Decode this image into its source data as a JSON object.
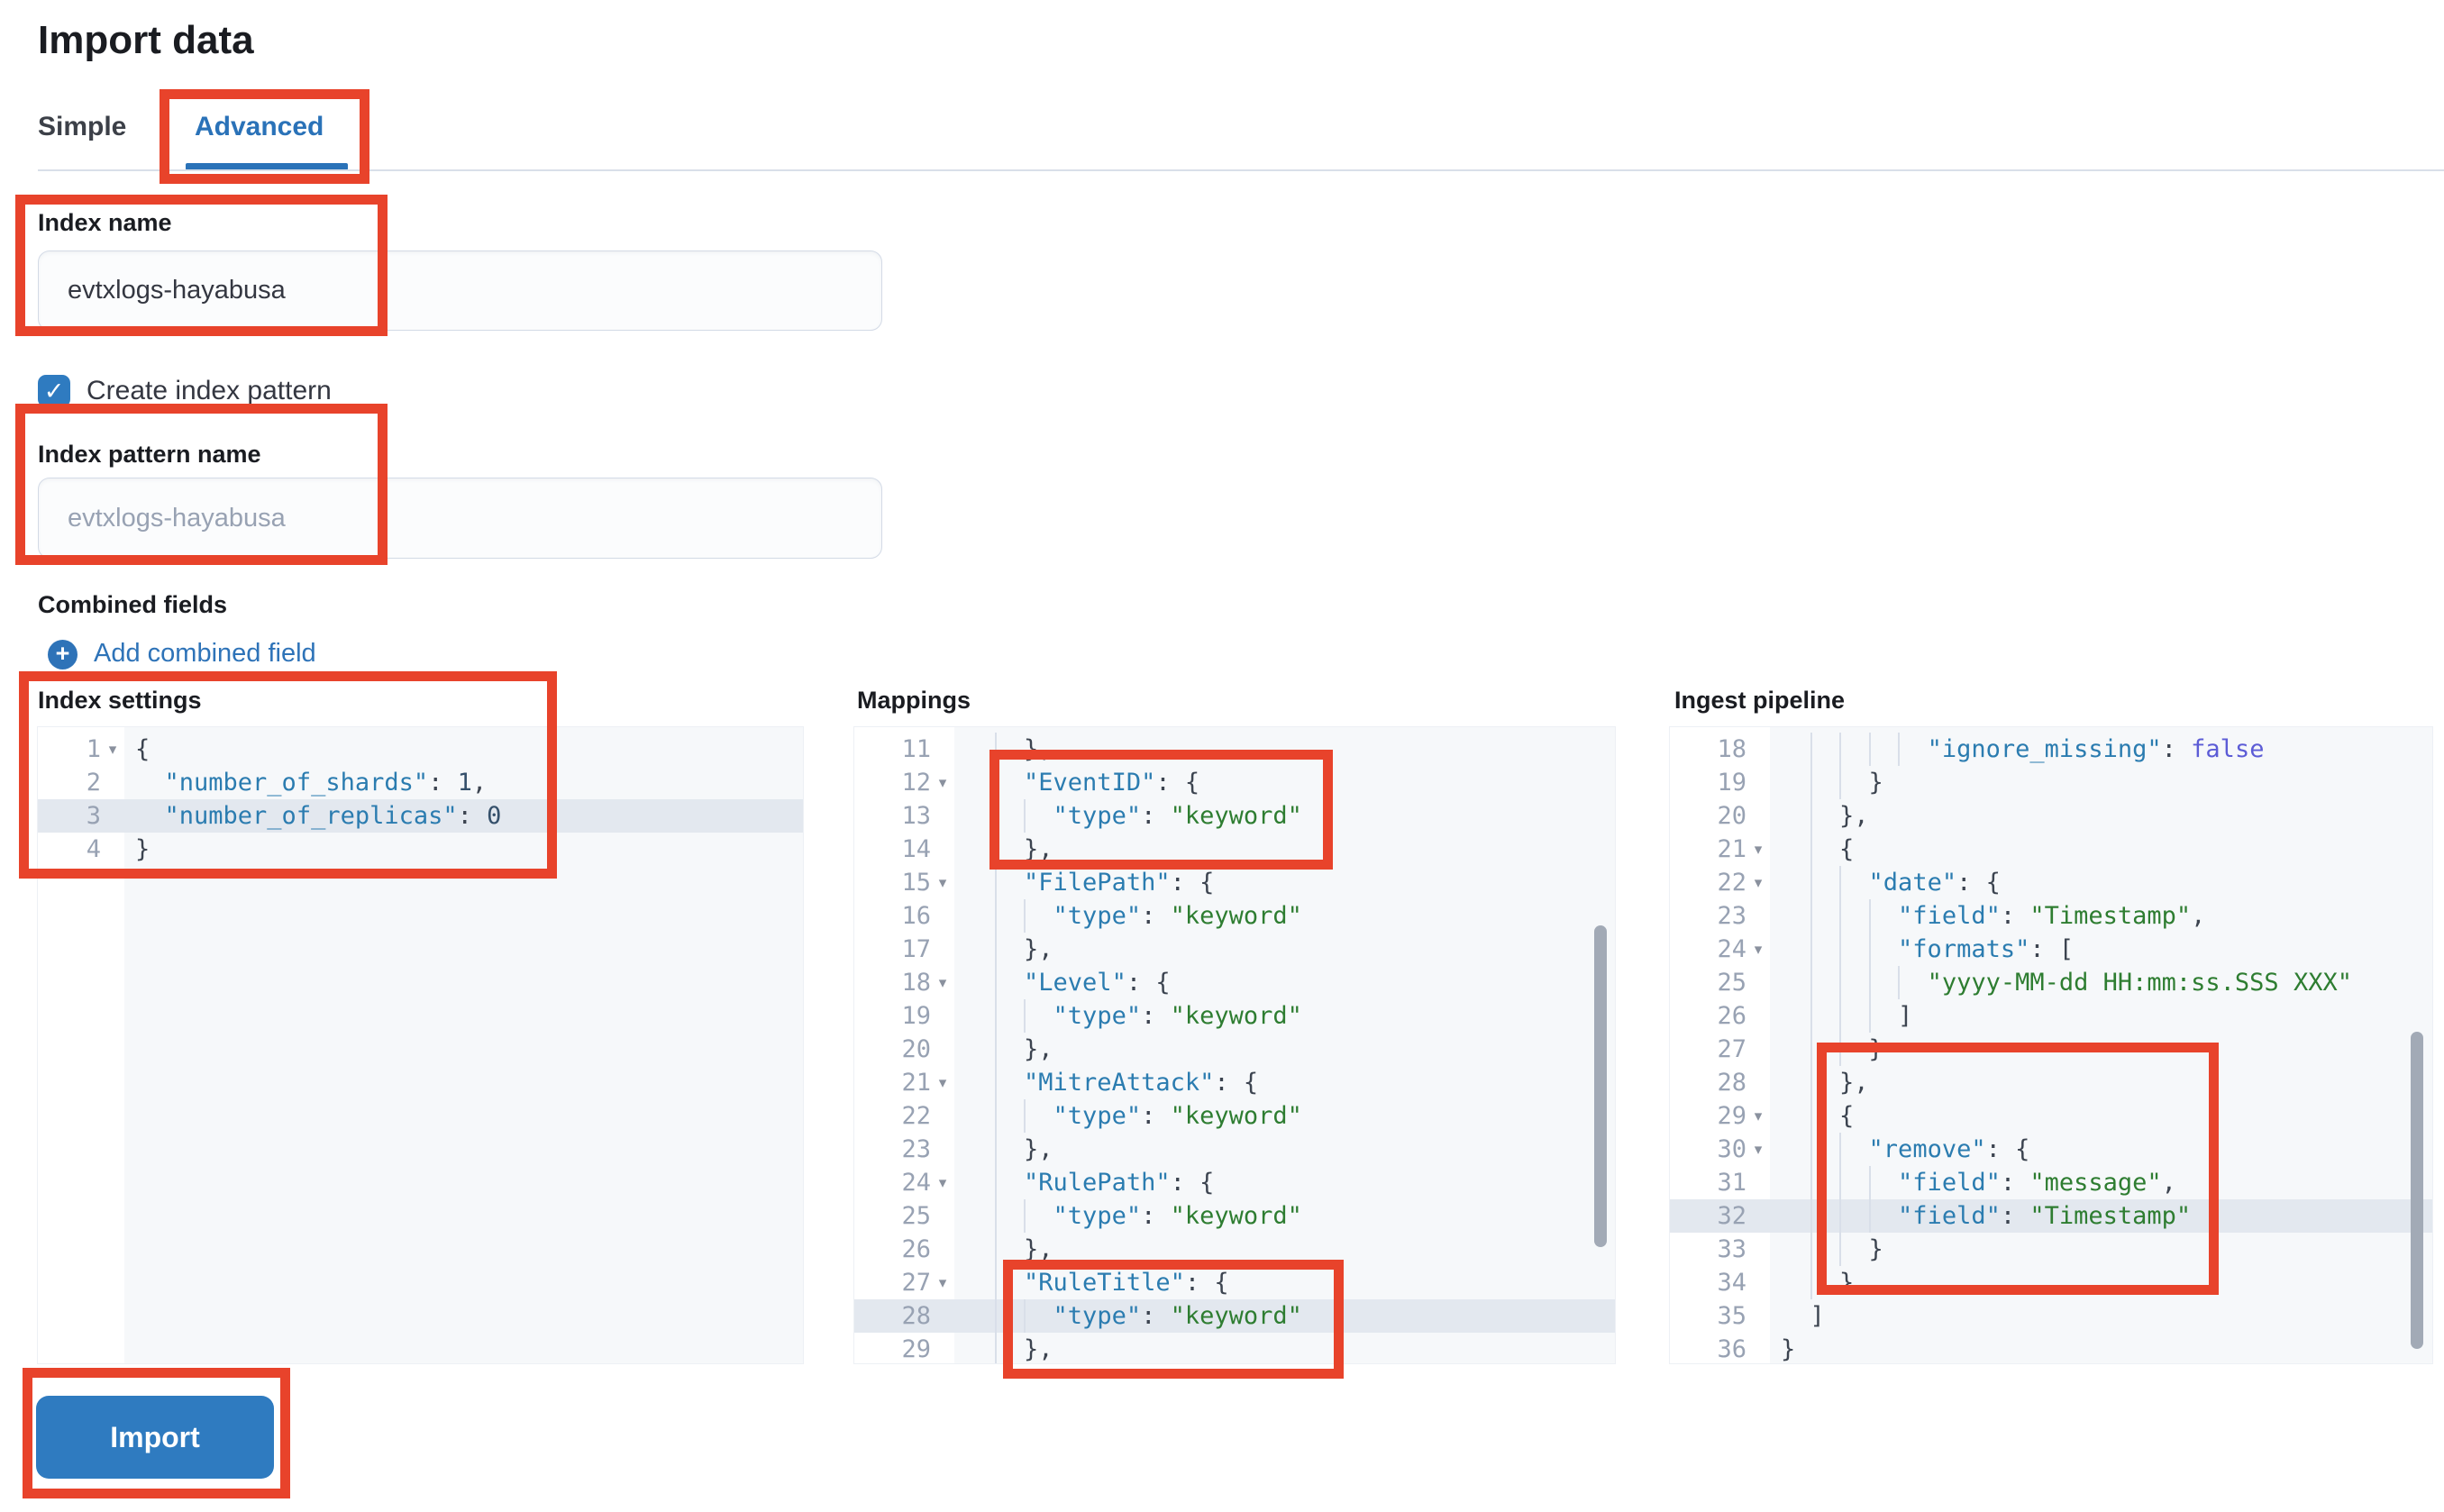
{
  "page": {
    "title": "Import data"
  },
  "tabs": {
    "simple": "Simple",
    "advanced": "Advanced"
  },
  "form": {
    "index_name": {
      "label": "Index name",
      "value": "evtxlogs-hayabusa"
    },
    "create_index_pattern": {
      "label": "Create index pattern",
      "checked": true,
      "check_glyph": "✓"
    },
    "index_pattern_name": {
      "label": "Index pattern name",
      "placeholder": "evtxlogs-hayabusa"
    },
    "combined_fields": {
      "label": "Combined fields",
      "add_link": "Add combined field",
      "add_icon_glyph": "+"
    }
  },
  "import_button": {
    "label": "Import"
  },
  "colors": {
    "accent_blue": "#2a72b8",
    "button_blue": "#2f7bc0",
    "link_blue": "#2e73b8",
    "annotation_red": "#e8432b",
    "key_blue": "#2b7cb0",
    "string_green": "#2e7d31",
    "boolean_purple": "#5c5cd6"
  },
  "editors": [
    {
      "id": "index_settings",
      "label": "Index settings",
      "lines": [
        {
          "n": 1,
          "fold": true,
          "indent": 0,
          "guides": 0,
          "tokens": [
            [
              "p",
              "{"
            ]
          ]
        },
        {
          "n": 2,
          "indent": 2,
          "guides": 0,
          "tokens": [
            [
              "k",
              "\"number_of_shards\""
            ],
            [
              "p",
              ": "
            ],
            [
              "n",
              "1"
            ],
            [
              "p",
              ","
            ]
          ]
        },
        {
          "n": 3,
          "indent": 2,
          "guides": 0,
          "active": true,
          "tokens": [
            [
              "k",
              "\"number_of_replicas\""
            ],
            [
              "p",
              ": "
            ],
            [
              "n",
              "0"
            ]
          ]
        },
        {
          "n": 4,
          "indent": 0,
          "guides": 0,
          "tokens": [
            [
              "p",
              "}"
            ]
          ]
        }
      ]
    },
    {
      "id": "mappings",
      "label": "Mappings",
      "lines": [
        {
          "n": 11,
          "indent": 4,
          "guides": 1,
          "tokens": [
            [
              "p",
              "},"
            ]
          ]
        },
        {
          "n": 12,
          "fold": true,
          "indent": 4,
          "guides": 1,
          "tokens": [
            [
              "k",
              "\"EventID\""
            ],
            [
              "p",
              ": {"
            ]
          ]
        },
        {
          "n": 13,
          "indent": 6,
          "guides": 2,
          "tokens": [
            [
              "k",
              "\"type\""
            ],
            [
              "p",
              ": "
            ],
            [
              "s",
              "\"keyword\""
            ]
          ]
        },
        {
          "n": 14,
          "indent": 4,
          "guides": 1,
          "tokens": [
            [
              "p",
              "},"
            ]
          ]
        },
        {
          "n": 15,
          "fold": true,
          "indent": 4,
          "guides": 1,
          "tokens": [
            [
              "k",
              "\"FilePath\""
            ],
            [
              "p",
              ": {"
            ]
          ]
        },
        {
          "n": 16,
          "indent": 6,
          "guides": 2,
          "tokens": [
            [
              "k",
              "\"type\""
            ],
            [
              "p",
              ": "
            ],
            [
              "s",
              "\"keyword\""
            ]
          ]
        },
        {
          "n": 17,
          "indent": 4,
          "guides": 1,
          "tokens": [
            [
              "p",
              "},"
            ]
          ]
        },
        {
          "n": 18,
          "fold": true,
          "indent": 4,
          "guides": 1,
          "tokens": [
            [
              "k",
              "\"Level\""
            ],
            [
              "p",
              ": {"
            ]
          ]
        },
        {
          "n": 19,
          "indent": 6,
          "guides": 2,
          "tokens": [
            [
              "k",
              "\"type\""
            ],
            [
              "p",
              ": "
            ],
            [
              "s",
              "\"keyword\""
            ]
          ]
        },
        {
          "n": 20,
          "indent": 4,
          "guides": 1,
          "tokens": [
            [
              "p",
              "},"
            ]
          ]
        },
        {
          "n": 21,
          "fold": true,
          "indent": 4,
          "guides": 1,
          "tokens": [
            [
              "k",
              "\"MitreAttack\""
            ],
            [
              "p",
              ": {"
            ]
          ]
        },
        {
          "n": 22,
          "indent": 6,
          "guides": 2,
          "tokens": [
            [
              "k",
              "\"type\""
            ],
            [
              "p",
              ": "
            ],
            [
              "s",
              "\"keyword\""
            ]
          ]
        },
        {
          "n": 23,
          "indent": 4,
          "guides": 1,
          "tokens": [
            [
              "p",
              "},"
            ]
          ]
        },
        {
          "n": 24,
          "fold": true,
          "indent": 4,
          "guides": 1,
          "tokens": [
            [
              "k",
              "\"RulePath\""
            ],
            [
              "p",
              ": {"
            ]
          ]
        },
        {
          "n": 25,
          "indent": 6,
          "guides": 2,
          "tokens": [
            [
              "k",
              "\"type\""
            ],
            [
              "p",
              ": "
            ],
            [
              "s",
              "\"keyword\""
            ]
          ]
        },
        {
          "n": 26,
          "indent": 4,
          "guides": 1,
          "tokens": [
            [
              "p",
              "},"
            ]
          ]
        },
        {
          "n": 27,
          "fold": true,
          "indent": 4,
          "guides": 1,
          "tokens": [
            [
              "k",
              "\"RuleTitle\""
            ],
            [
              "p",
              ": {"
            ]
          ]
        },
        {
          "n": 28,
          "indent": 6,
          "guides": 2,
          "active": true,
          "tokens": [
            [
              "k",
              "\"type\""
            ],
            [
              "p",
              ": "
            ],
            [
              "s",
              "\"keyword\""
            ]
          ]
        },
        {
          "n": 29,
          "indent": 4,
          "guides": 1,
          "tokens": [
            [
              "p",
              "},"
            ]
          ]
        }
      ]
    },
    {
      "id": "ingest_pipeline",
      "label": "Ingest pipeline",
      "lines": [
        {
          "n": 18,
          "indent": 10,
          "guides": 4,
          "tokens": [
            [
              "k",
              "\"ignore_missing\""
            ],
            [
              "p",
              ": "
            ],
            [
              "b",
              "false"
            ]
          ]
        },
        {
          "n": 19,
          "indent": 6,
          "guides": 2,
          "tokens": [
            [
              "p",
              "}"
            ]
          ]
        },
        {
          "n": 20,
          "indent": 4,
          "guides": 1,
          "tokens": [
            [
              "p",
              "},"
            ]
          ]
        },
        {
          "n": 21,
          "fold": true,
          "indent": 4,
          "guides": 1,
          "tokens": [
            [
              "p",
              "{"
            ]
          ]
        },
        {
          "n": 22,
          "fold": true,
          "indent": 6,
          "guides": 2,
          "tokens": [
            [
              "k",
              "\"date\""
            ],
            [
              "p",
              ": {"
            ]
          ]
        },
        {
          "n": 23,
          "indent": 8,
          "guides": 3,
          "tokens": [
            [
              "k",
              "\"field\""
            ],
            [
              "p",
              ": "
            ],
            [
              "s",
              "\"Timestamp\""
            ],
            [
              "p",
              ","
            ]
          ]
        },
        {
          "n": 24,
          "fold": true,
          "indent": 8,
          "guides": 3,
          "tokens": [
            [
              "k",
              "\"formats\""
            ],
            [
              "p",
              ": ["
            ]
          ]
        },
        {
          "n": 25,
          "indent": 10,
          "guides": 4,
          "tokens": [
            [
              "s",
              "\"yyyy-MM-dd HH:mm:ss.SSS XXX\""
            ]
          ]
        },
        {
          "n": 26,
          "indent": 8,
          "guides": 3,
          "tokens": [
            [
              "p",
              "]"
            ]
          ]
        },
        {
          "n": 27,
          "indent": 6,
          "guides": 2,
          "tokens": [
            [
              "p",
              "}"
            ]
          ]
        },
        {
          "n": 28,
          "indent": 4,
          "guides": 1,
          "tokens": [
            [
              "p",
              "},"
            ]
          ]
        },
        {
          "n": 29,
          "fold": true,
          "indent": 4,
          "guides": 1,
          "tokens": [
            [
              "p",
              "{"
            ]
          ]
        },
        {
          "n": 30,
          "fold": true,
          "indent": 6,
          "guides": 2,
          "tokens": [
            [
              "k",
              "\"remove\""
            ],
            [
              "p",
              ": {"
            ]
          ]
        },
        {
          "n": 31,
          "indent": 8,
          "guides": 3,
          "tokens": [
            [
              "k",
              "\"field\""
            ],
            [
              "p",
              ": "
            ],
            [
              "s",
              "\"message\""
            ],
            [
              "p",
              ","
            ]
          ]
        },
        {
          "n": 32,
          "indent": 8,
          "guides": 3,
          "active": true,
          "tokens": [
            [
              "k",
              "\"field\""
            ],
            [
              "p",
              ": "
            ],
            [
              "s",
              "\"Timestamp\""
            ]
          ]
        },
        {
          "n": 33,
          "indent": 6,
          "guides": 2,
          "tokens": [
            [
              "p",
              "}"
            ]
          ]
        },
        {
          "n": 34,
          "indent": 4,
          "guides": 1,
          "tokens": [
            [
              "p",
              "}"
            ]
          ]
        },
        {
          "n": 35,
          "indent": 2,
          "guides": 0,
          "tokens": [
            [
              "p",
              "]"
            ]
          ]
        },
        {
          "n": 36,
          "indent": 0,
          "guides": 0,
          "tokens": [
            [
              "p",
              "}"
            ]
          ]
        }
      ]
    }
  ]
}
